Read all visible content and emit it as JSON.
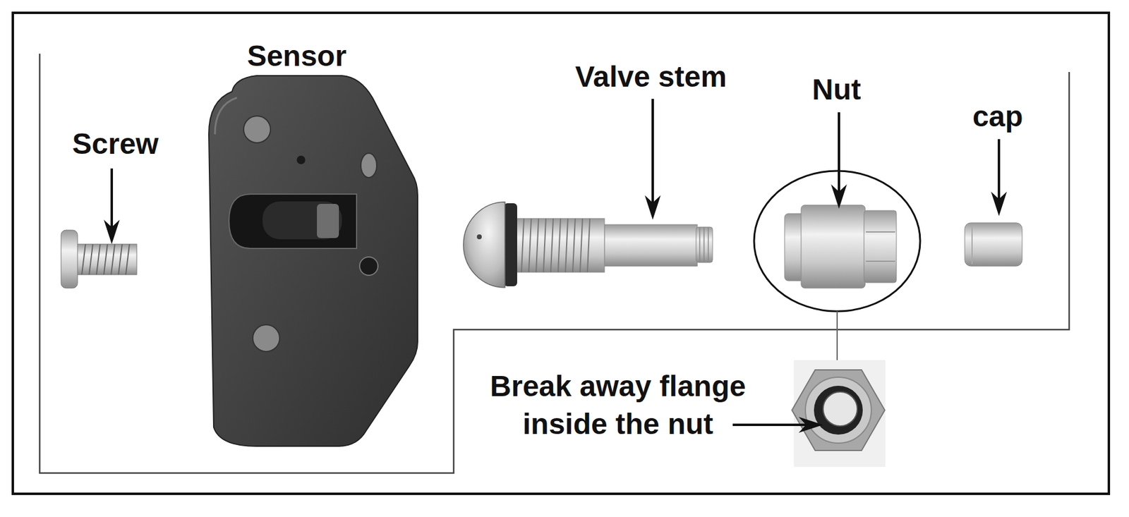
{
  "diagram": {
    "labels": [
      "Sensor",
      "Screw",
      "Valve stem",
      "Nut",
      "cap",
      "Break away flange inside the nut"
    ]
  }
}
